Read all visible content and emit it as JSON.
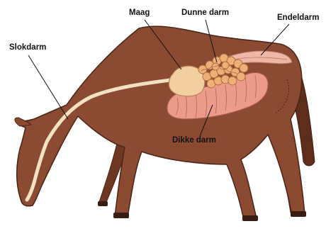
{
  "labels": {
    "esophagus": "Slokdarm",
    "stomach": "Maag",
    "small_intestine": "Dunne darm",
    "rectum": "Endeldarm",
    "large_intestine": "Dikke darm"
  },
  "colors": {
    "body": "#8b4a32",
    "body_outline": "#4a2415",
    "esophagus": "#f3e2c2",
    "stomach": "#f2cfa0",
    "small_intestine": "#eeb078",
    "large_intestine": "#ec9a8a",
    "rectum": "#eeb7a6",
    "leader_line": "#111111"
  }
}
